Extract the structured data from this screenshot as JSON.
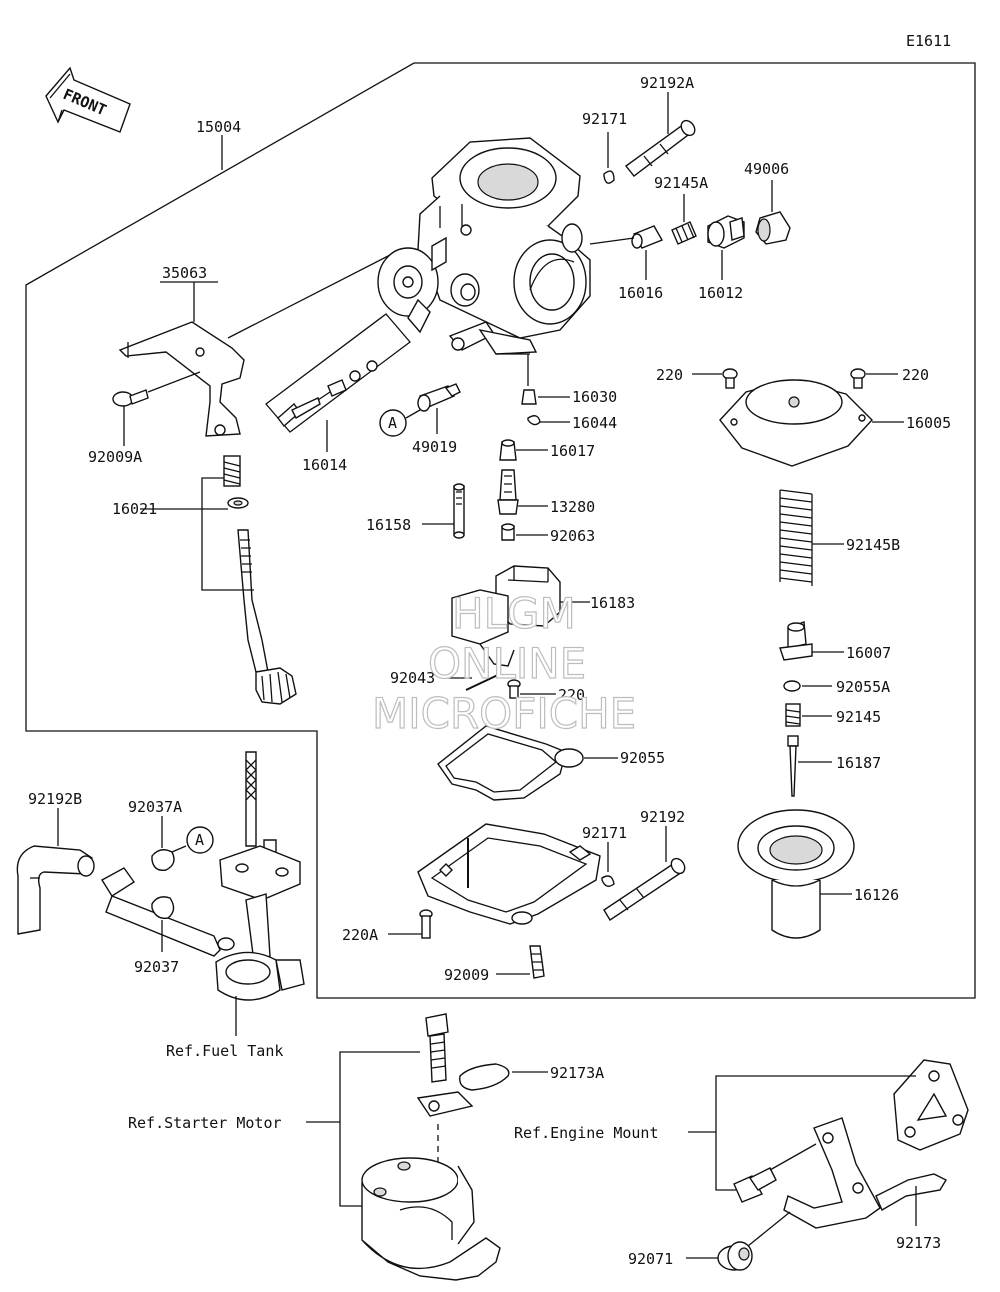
{
  "diagram_code": "E1611",
  "front_label": "FRONT",
  "watermark": {
    "line1": "HLGM",
    "line2": "ONLINE",
    "line3": "MICROFICHE"
  },
  "ref_letter": "A",
  "parts": {
    "p15004": "15004",
    "p35063": "35063",
    "p92009A": "92009A",
    "p16021": "16021",
    "p16014": "16014",
    "p49019": "49019",
    "p92171_top": "92171",
    "p92192A": "92192A",
    "p92145A": "92145A",
    "p49006": "49006",
    "p16016": "16016",
    "p16012": "16012",
    "p16030": "16030",
    "p16044": "16044",
    "p16017": "16017",
    "p13280": "13280",
    "p16158": "16158",
    "p92063": "92063",
    "p16183": "16183",
    "p92043": "92043",
    "p220_mid": "220",
    "p92055": "92055",
    "p92171_bot": "92171",
    "p92192": "92192",
    "p220A": "220A",
    "p92009": "92009",
    "p220_left": "220",
    "p220_right": "220",
    "p16005": "16005",
    "p92145B": "92145B",
    "p16007": "16007",
    "p92055A": "92055A",
    "p92145": "92145",
    "p16187": "16187",
    "p16126": "16126",
    "p92192B": "92192B",
    "p92037A": "92037A",
    "p92037": "92037",
    "p92173A": "92173A",
    "p92173": "92173",
    "p92071": "92071"
  },
  "references": {
    "fuel_tank": "Ref.Fuel Tank",
    "starter_motor": "Ref.Starter Motor",
    "engine_mount": "Ref.Engine Mount"
  }
}
